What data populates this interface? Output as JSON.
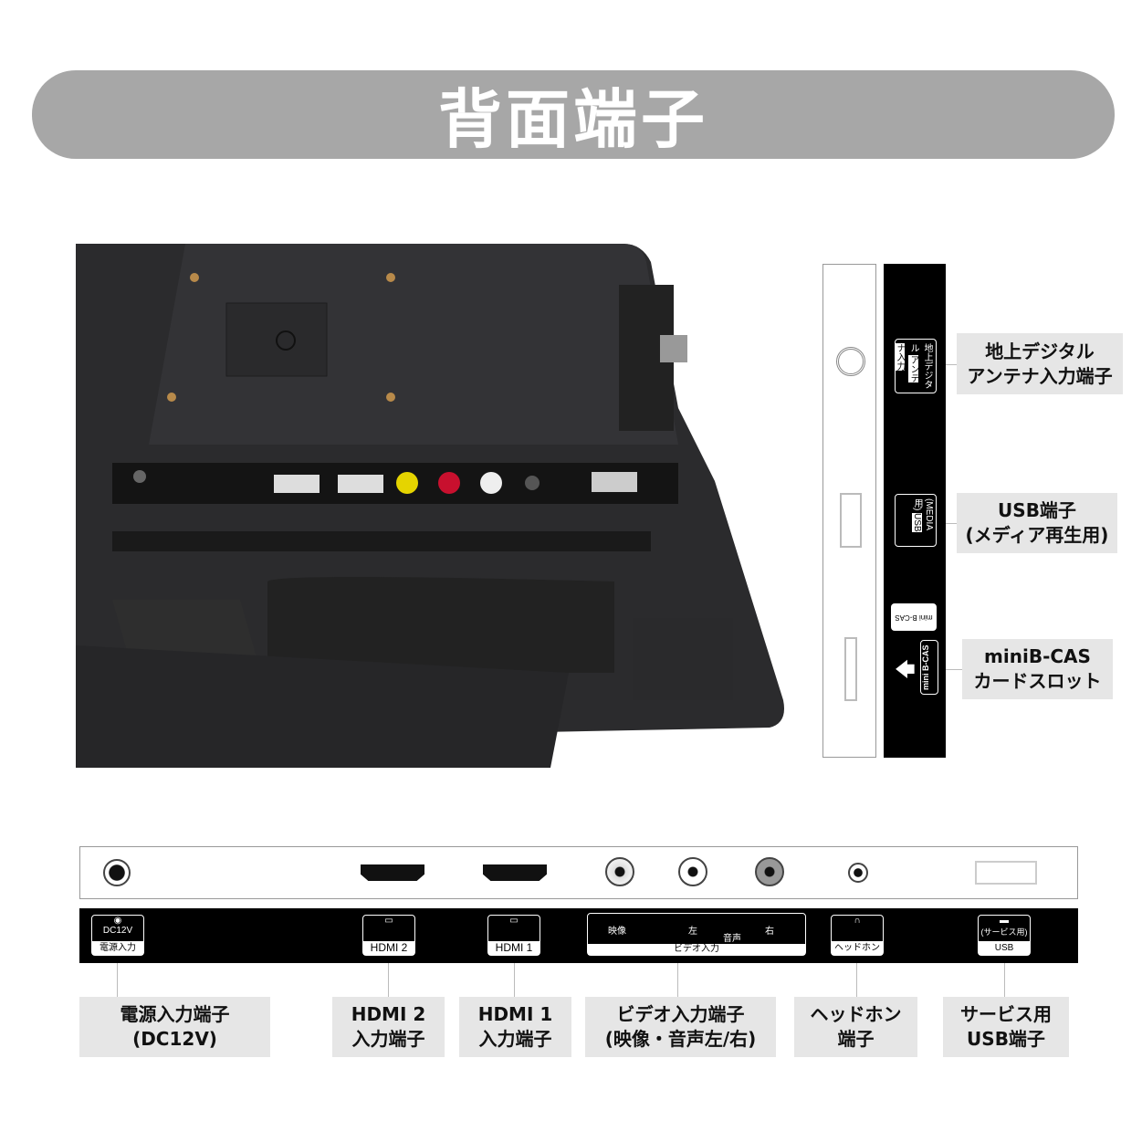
{
  "title": "背面端子",
  "side_labels": [
    {
      "line1": "地上デジタル",
      "line2": "アンテナ入力端子",
      "panel_tag": "地上デジタル",
      "panel_tag2": "アンテナ入力"
    },
    {
      "line1": "USB端子",
      "line2": "(メディア再生用)",
      "panel_tag": "(MEDIA用)",
      "panel_tag2": "USB"
    },
    {
      "line1": "miniB-CAS",
      "line2": "カードスロット",
      "panel_tag": "mini B-CAS",
      "panel_tag2": "mini B-CAS"
    }
  ],
  "bottom_panel": {
    "dc": {
      "top": "DC12V",
      "bottom": "電源入力"
    },
    "hdmi2": "HDMI 2",
    "hdmi1": "HDMI 1",
    "video": {
      "video": "映像",
      "left": "左",
      "audio": "音声",
      "right": "右",
      "bottom": "ビデオ入力"
    },
    "headphone": "ヘッドホン",
    "usb": {
      "top": "(サービス用)",
      "bottom": "USB"
    }
  },
  "bottom_labels": [
    {
      "line1": "電源入力端子",
      "line2": "(DC12V)"
    },
    {
      "line1": "HDMI 2",
      "line2": "入力端子"
    },
    {
      "line1": "HDMI 1",
      "line2": "入力端子"
    },
    {
      "line1": "ビデオ入力端子",
      "line2": "(映像・音声左/右)"
    },
    {
      "line1": "ヘッドホン",
      "line2": "端子"
    },
    {
      "line1": "サービス用",
      "line2": "USB端子"
    }
  ],
  "colors": {
    "banner": "#a7a7a7",
    "label_bg": "#e6e6e6",
    "panel": "#000000",
    "rca_video": "#e5d400",
    "rca_left": "#ffffff",
    "rca_right": "#c8102e"
  }
}
